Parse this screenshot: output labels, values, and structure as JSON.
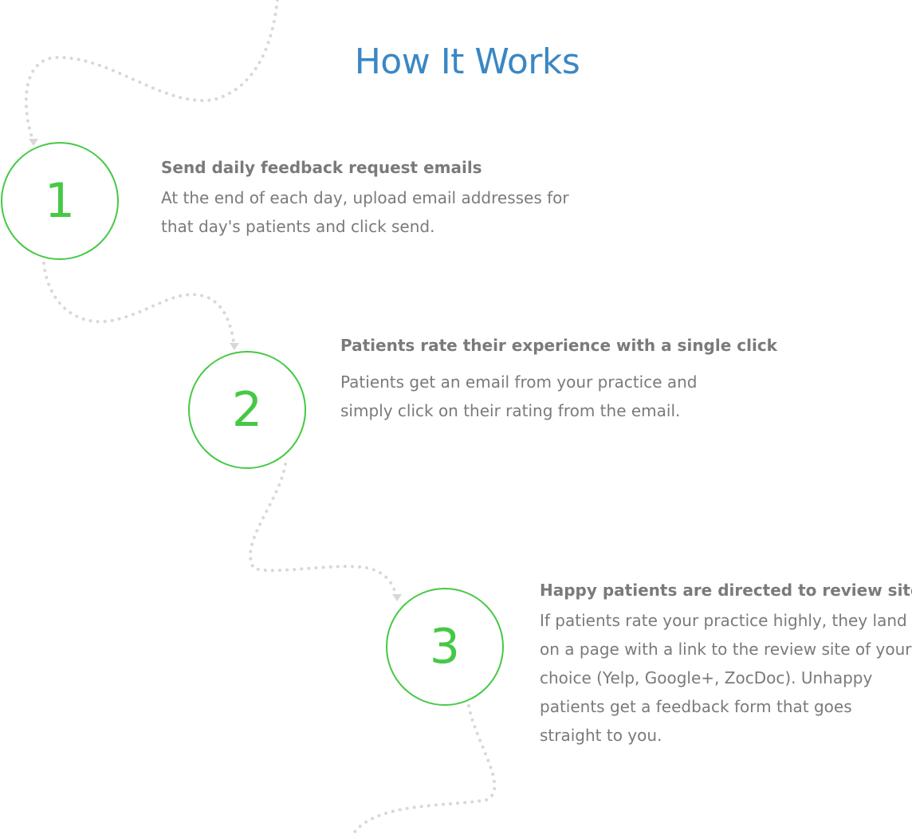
{
  "header": {
    "title": "How It Works"
  },
  "colors": {
    "title": "#3a87c4",
    "accent": "#45c945",
    "text": "#7a7a7a",
    "path": "#d8d8d8"
  },
  "steps": [
    {
      "number": "1",
      "heading": "Send daily feedback request emails",
      "body": "At the end of each day, upload email addresses for that day's patients and click send."
    },
    {
      "number": "2",
      "heading": "Patients rate their experience with a single click",
      "body": "Patients get an email from your practice and simply click on their rating from the email."
    },
    {
      "number": "3",
      "heading": "Happy patients are directed to review sites",
      "body": "If patients rate your practice highly, they land on a page with a link to the review site of your choice (Yelp, Google+, ZocDoc).  Unhappy patients get a feedback form that goes straight to you."
    }
  ]
}
